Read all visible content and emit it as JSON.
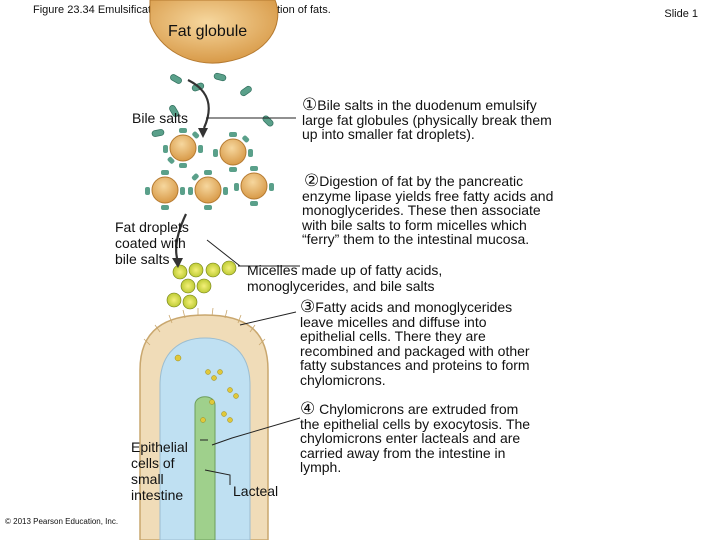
{
  "figure_title": "Figure 23.34 Emulsification, digestion, and absorption of fats.",
  "slide_label": "Slide 1",
  "labels": {
    "fat_globule": "Fat globule",
    "bile_salts": "Bile salts",
    "fat_droplets": [
      "Fat droplets",
      "coated with",
      "bile salts"
    ],
    "micelles": [
      "Micelles made up of fatty acids,",
      "monoglycerides, and bile salts"
    ],
    "epithelial": [
      "Epithelial",
      "cells of",
      "small",
      "intestine"
    ],
    "lacteal": "Lacteal"
  },
  "steps": [
    {
      "num": "1",
      "lines": [
        "Bile salts in the duodenum emulsify",
        "large fat globules (physically break them",
        "up into smaller fat droplets)."
      ]
    },
    {
      "num": "2",
      "lines": [
        "Digestion of fat by the pancreatic",
        "enzyme lipase yields free fatty acids and",
        "monoglycerides. These then associate",
        "with bile salts to form micelles which",
        "“ferry” them to the intestinal mucosa."
      ]
    },
    {
      "num": "3",
      "lines": [
        "Fatty acids and monoglycerides",
        "leave micelles and diffuse into",
        "epithelial cells. There they are",
        "recombined and packaged with other",
        "fatty substances and proteins to form",
        "chylomicrons."
      ]
    },
    {
      "num": "4",
      "lines": [
        "Chylomicrons are extruded from",
        "the epithelial cells by exocytosis. The",
        "chylomicrons enter lacteals and are",
        "carried away from the intestine in",
        "lymph."
      ]
    }
  ],
  "copyright": "© 2013 Pearson Education, Inc.",
  "colors": {
    "fat": "#e8b46a",
    "bile": "#5aa08a",
    "micelle": "#c8d63a",
    "lumen": "#bfe0f2",
    "epithelium": "#f0dcb8",
    "lacteal": "#9fd08c"
  }
}
